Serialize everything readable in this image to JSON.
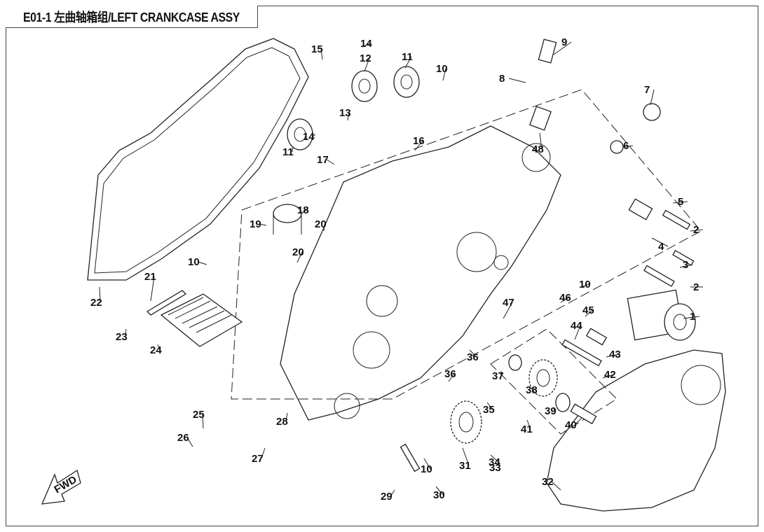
{
  "header": {
    "title": "E01-1 左曲轴箱组/LEFT CRANKCASE ASSY"
  },
  "diagram": {
    "direction_label": "FWD",
    "callouts": [
      {
        "id": "c1",
        "label": "1"
      },
      {
        "id": "c2a",
        "label": "2"
      },
      {
        "id": "c2b",
        "label": "2"
      },
      {
        "id": "c3",
        "label": "3"
      },
      {
        "id": "c4",
        "label": "4"
      },
      {
        "id": "c5",
        "label": "5"
      },
      {
        "id": "c6",
        "label": "6"
      },
      {
        "id": "c7",
        "label": "7"
      },
      {
        "id": "c8",
        "label": "8"
      },
      {
        "id": "c9",
        "label": "9"
      },
      {
        "id": "c10a",
        "label": "10"
      },
      {
        "id": "c10b",
        "label": "10"
      },
      {
        "id": "c10c",
        "label": "10"
      },
      {
        "id": "c10d",
        "label": "10"
      },
      {
        "id": "c11a",
        "label": "11"
      },
      {
        "id": "c11b",
        "label": "11"
      },
      {
        "id": "c12",
        "label": "12"
      },
      {
        "id": "c13",
        "label": "13"
      },
      {
        "id": "c14a",
        "label": "14"
      },
      {
        "id": "c14b",
        "label": "14"
      },
      {
        "id": "c15",
        "label": "15"
      },
      {
        "id": "c16",
        "label": "16"
      },
      {
        "id": "c17",
        "label": "17"
      },
      {
        "id": "c18",
        "label": "18"
      },
      {
        "id": "c19",
        "label": "19"
      },
      {
        "id": "c20a",
        "label": "20"
      },
      {
        "id": "c20b",
        "label": "20"
      },
      {
        "id": "c21",
        "label": "21"
      },
      {
        "id": "c22",
        "label": "22"
      },
      {
        "id": "c23",
        "label": "23"
      },
      {
        "id": "c24",
        "label": "24"
      },
      {
        "id": "c25",
        "label": "25"
      },
      {
        "id": "c26",
        "label": "26"
      },
      {
        "id": "c27",
        "label": "27"
      },
      {
        "id": "c28",
        "label": "28"
      },
      {
        "id": "c29",
        "label": "29"
      },
      {
        "id": "c30",
        "label": "30"
      },
      {
        "id": "c31",
        "label": "31"
      },
      {
        "id": "c32",
        "label": "32"
      },
      {
        "id": "c33",
        "label": "33"
      },
      {
        "id": "c34",
        "label": "34"
      },
      {
        "id": "c35",
        "label": "35"
      },
      {
        "id": "c36a",
        "label": "36"
      },
      {
        "id": "c36b",
        "label": "36"
      },
      {
        "id": "c37",
        "label": "37"
      },
      {
        "id": "c38",
        "label": "38"
      },
      {
        "id": "c39",
        "label": "39"
      },
      {
        "id": "c40",
        "label": "40"
      },
      {
        "id": "c41",
        "label": "41"
      },
      {
        "id": "c42",
        "label": "42"
      },
      {
        "id": "c43",
        "label": "43"
      },
      {
        "id": "c44",
        "label": "44"
      },
      {
        "id": "c45",
        "label": "45"
      },
      {
        "id": "c46",
        "label": "46"
      },
      {
        "id": "c47",
        "label": "47"
      },
      {
        "id": "c48",
        "label": "48"
      }
    ]
  }
}
